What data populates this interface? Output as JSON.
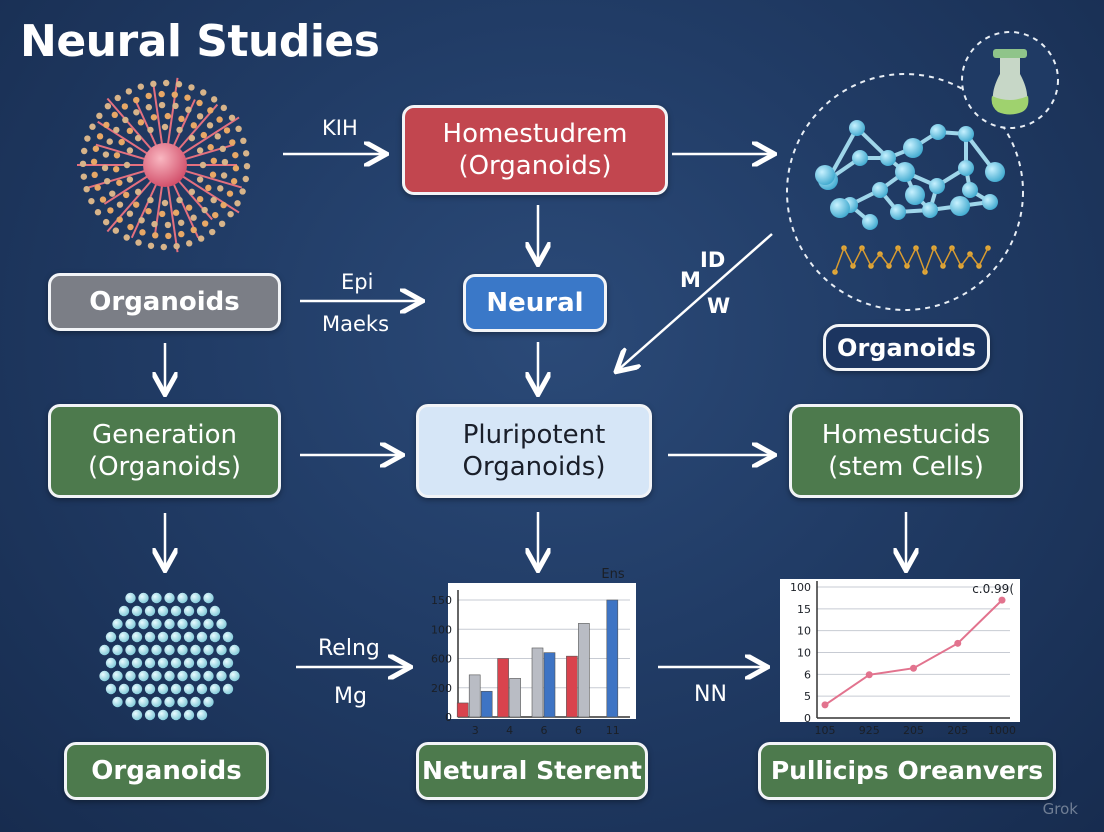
{
  "title": "Neural Studies",
  "boxes": {
    "homestudrem": "Homestudrem\n(Organoids)",
    "organoids_gray": "Organoids",
    "neural": "Neural",
    "organoids_circle": "Organoids",
    "generation": "Generation\n(Organoids)",
    "pluripotent": "Pluripotent\nOrganoids)",
    "homestucids": "Homestucids\n(stem Cells)",
    "organoids_bottom": "Organoids",
    "netural": "Netural Sterent",
    "pullicips": "Pullicips Oreanvers"
  },
  "labels": {
    "kih": "KIH",
    "epi": "Epi",
    "maeks": "Maeks",
    "m": "M",
    "id": "ID",
    "w": "W",
    "relng": "Relng",
    "mg": "Mg",
    "nn": "NN"
  },
  "watermark": "Grok",
  "colors": {
    "background": "#213c66",
    "red_box": "#c2464f",
    "gray_box": "#7b7e86",
    "blue_box": "#3a78c8",
    "green_box": "#4d7a4d",
    "light_box": "#d6e6f7"
  },
  "chart_data": [
    {
      "type": "bar",
      "title": "Ens",
      "y_tick_labels": [
        "0",
        "200",
        "600",
        "100",
        "150"
      ],
      "categories": [
        "3",
        "4",
        "6",
        "6",
        "11"
      ],
      "series": [
        {
          "color": "#d9434d",
          "values": [
            0.12,
            0.5,
            null,
            0.52,
            null
          ]
        },
        {
          "color": "#b9bcc4",
          "values": [
            0.36,
            0.33,
            0.59,
            0.8,
            null
          ]
        },
        {
          "color": "#3e74c4",
          "values": [
            0.22,
            null,
            0.55,
            null,
            1.0
          ]
        }
      ],
      "grid": true
    },
    {
      "type": "line",
      "annotation": "c.0.99(",
      "y_tick_labels": [
        "0",
        "5",
        "6",
        "10",
        "10",
        "15",
        "100"
      ],
      "x_tick_labels": [
        "105",
        "925",
        "205",
        "205",
        "1000"
      ],
      "series": [
        {
          "color": "#e2738e",
          "values": [
            0.1,
            0.33,
            0.38,
            0.57,
            0.9
          ]
        }
      ],
      "grid": true
    }
  ]
}
